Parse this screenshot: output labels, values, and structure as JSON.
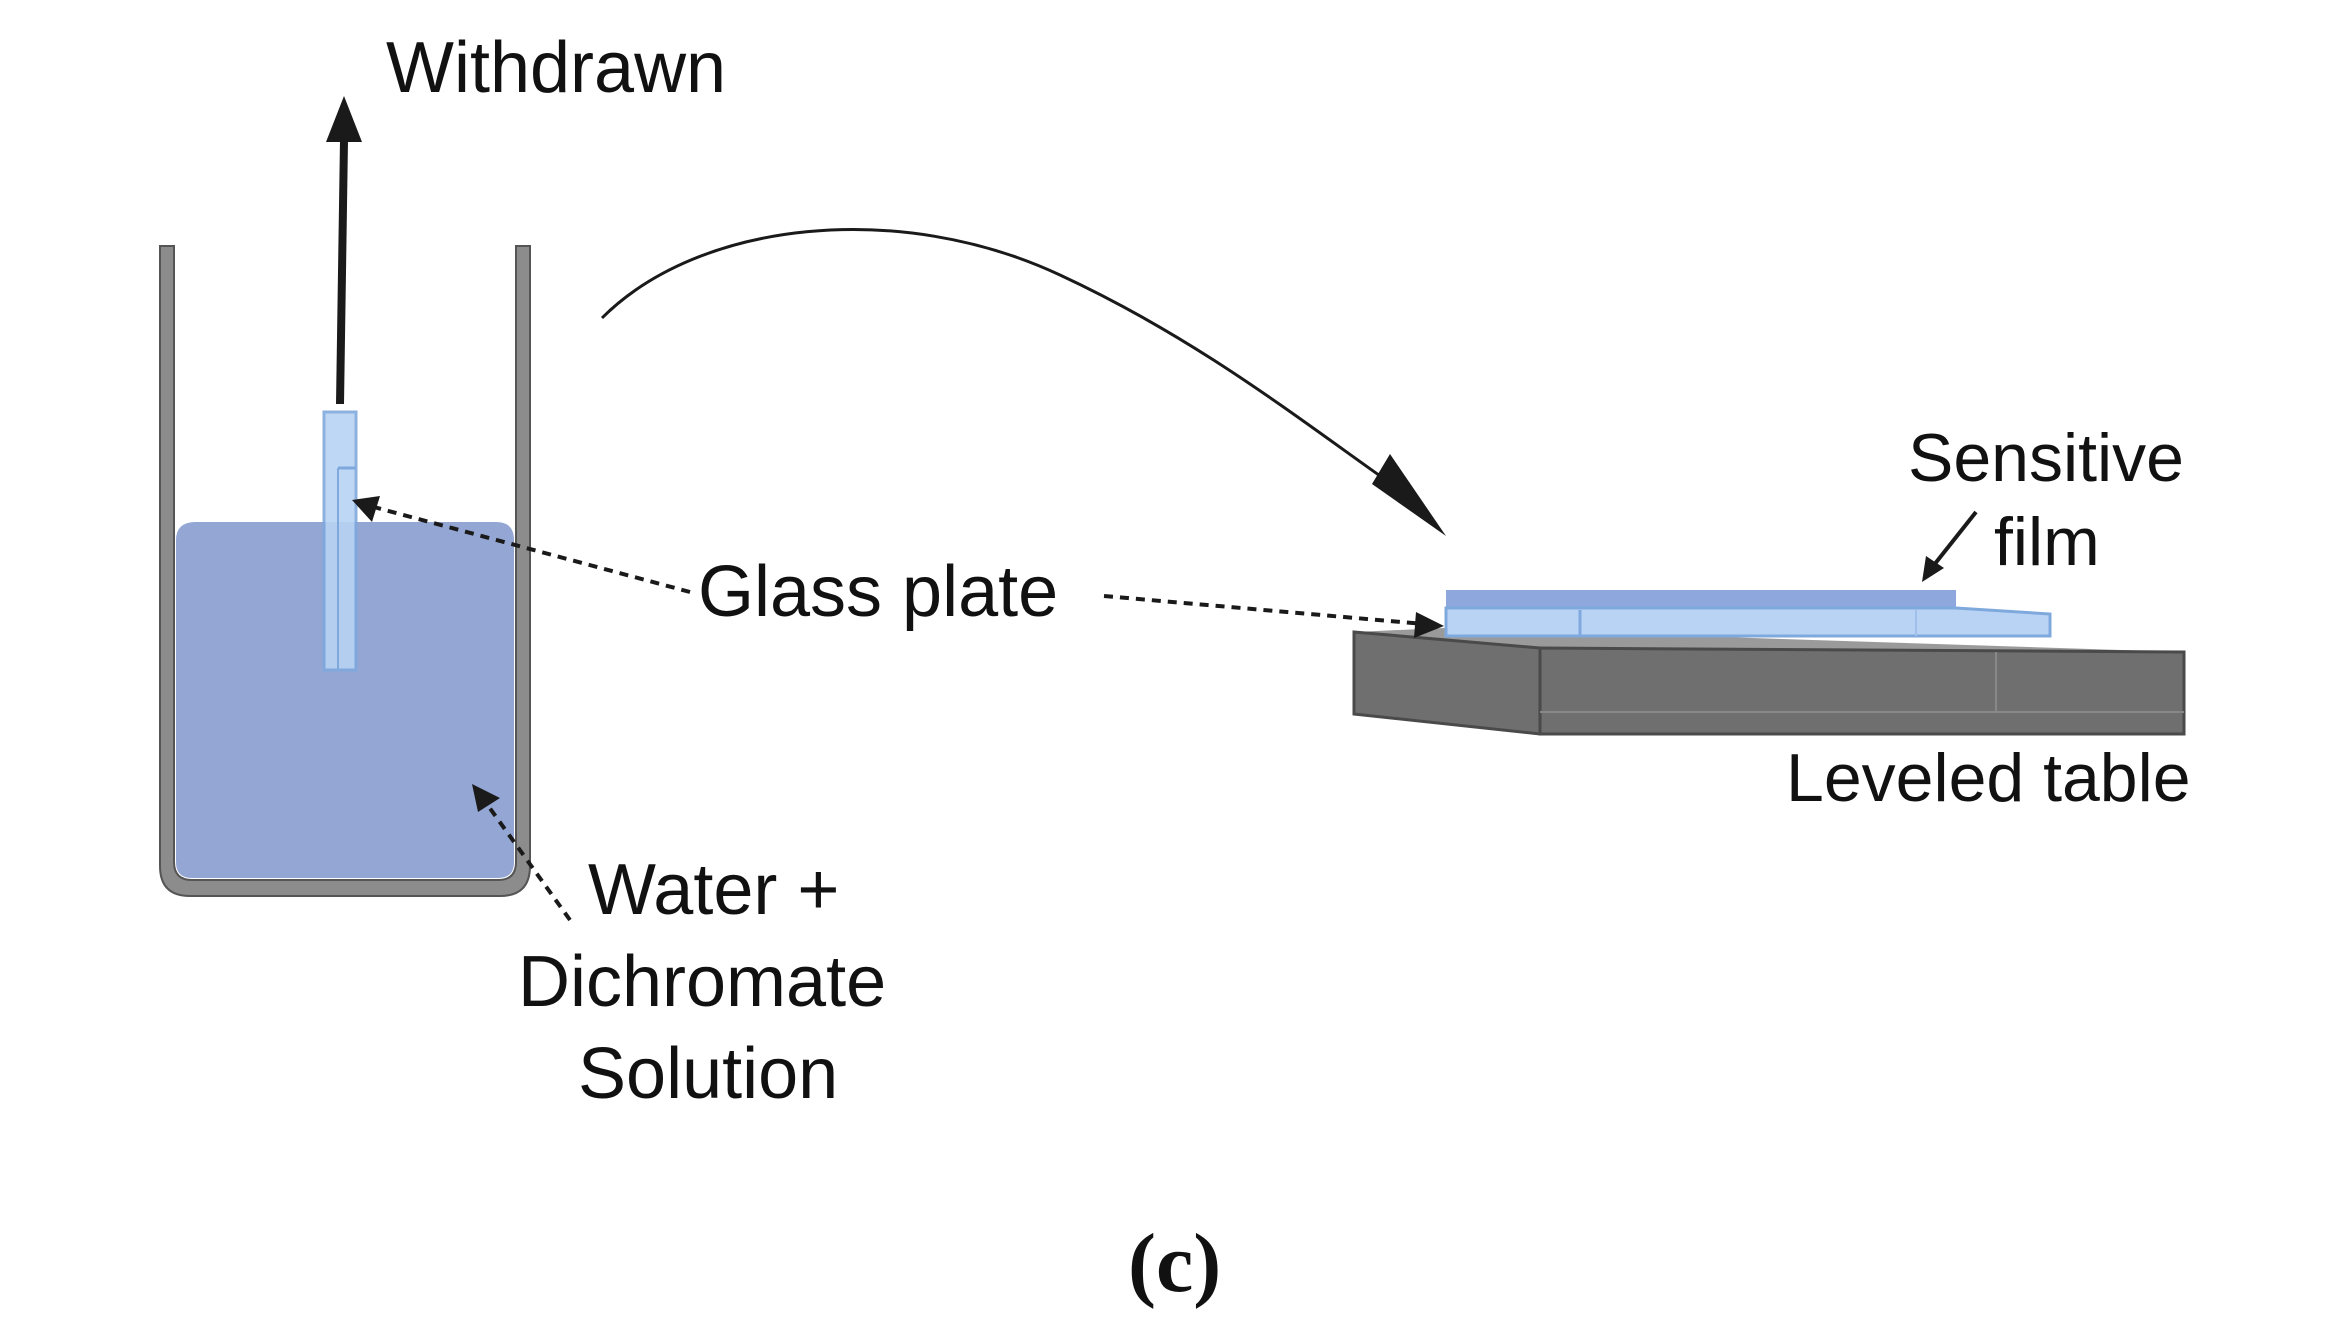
{
  "labels": {
    "withdrawn": "Withdrawn",
    "glass_plate": "Glass plate",
    "sensitive_film_line1": "Sensitive",
    "sensitive_film_line2": "film",
    "leveled_table": "Leveled table",
    "solution_line1": "Water +",
    "solution_line2": "Dichromate",
    "solution_line3": "Solution",
    "caption": "(c)"
  },
  "colors": {
    "beaker_wall": "#8c8c8c",
    "beaker_outline": "#555555",
    "solution": "#93a6d4",
    "glass": "#b8d3f3",
    "glass_edge": "#7fa9dd",
    "film": "#8ea8de",
    "table_front": "#6f6f6f",
    "table_top": "#9a9a9a",
    "arrow": "#1a1a1a"
  }
}
